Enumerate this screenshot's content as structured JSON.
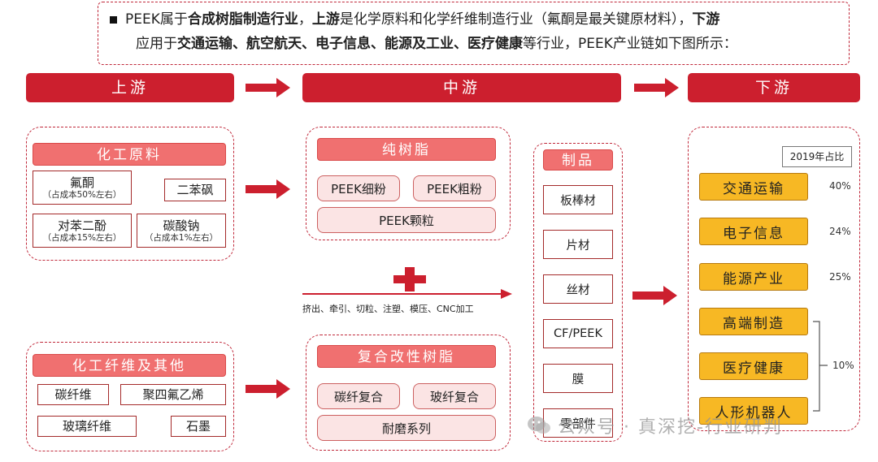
{
  "intro": {
    "line1": [
      {
        "text": "PEEK属于",
        "bold": false
      },
      {
        "text": "合成树脂制造行业",
        "bold": true
      },
      {
        "text": "，",
        "bold": false
      },
      {
        "text": "上游",
        "bold": true
      },
      {
        "text": "是化学原料和化学纤维制造行业（氟酮是最关键原材料），",
        "bold": false
      },
      {
        "text": "下游",
        "bold": true
      }
    ],
    "line2": [
      {
        "text": "应用于",
        "bold": false
      },
      {
        "text": "交通运输、航空航天、电子信息、能源及工业、医疗健康",
        "bold": true
      },
      {
        "text": "等行业，PEEK产业链如下图所示：",
        "bold": false
      }
    ]
  },
  "stages": {
    "upstream": "上游",
    "midstream": "中游",
    "downstream": "下游"
  },
  "upstream": {
    "chem": {
      "title": "化工原料",
      "fluoroketone": {
        "name": "氟酮",
        "note": "（占成本50%左右）"
      },
      "diphenylsulfone": {
        "name": "二苯砜"
      },
      "hydroquinone": {
        "name": "对苯二酚",
        "note": "（占成本15%左右）"
      },
      "sodium_carbonate": {
        "name": "碳酸钠",
        "note": "（占成本1%左右）"
      }
    },
    "fiber": {
      "title": "化工纤维及其他",
      "carbon_fiber": "碳纤维",
      "ptfe": "聚四氟乙烯",
      "glass_fiber": "玻璃纤维",
      "graphite": "石墨"
    }
  },
  "midstream": {
    "pure": {
      "title": "纯树脂",
      "fine": "PEEK细粉",
      "coarse": "PEEK粗粉",
      "pellet": "PEEK颗粒"
    },
    "process": "挤出、牵引、切粒、注塑、模压、CNC加工",
    "composite": {
      "title": "复合改性树脂",
      "carbon": "碳纤复合",
      "glass": "玻纤复合",
      "wear": "耐磨系列"
    },
    "products": {
      "title": "制品",
      "items": [
        "板棒材",
        "片材",
        "丝材",
        "CF/PEEK",
        "膜",
        "零部件"
      ]
    }
  },
  "downstream": {
    "share_label": "2019年占比",
    "items": [
      {
        "name": "交通运输",
        "pct": "40%"
      },
      {
        "name": "电子信息",
        "pct": "24%"
      },
      {
        "name": "能源产业",
        "pct": "25%"
      },
      {
        "name": "高端制造",
        "pct": ""
      },
      {
        "name": "医疗健康",
        "pct": "10%"
      },
      {
        "name": "人形机器人",
        "pct": ""
      }
    ]
  },
  "watermark": "公众号 · 真深挖-行业研判",
  "colors": {
    "accent": "#cc1f2e",
    "pink": "#f07070",
    "yellow": "#f7b824"
  }
}
